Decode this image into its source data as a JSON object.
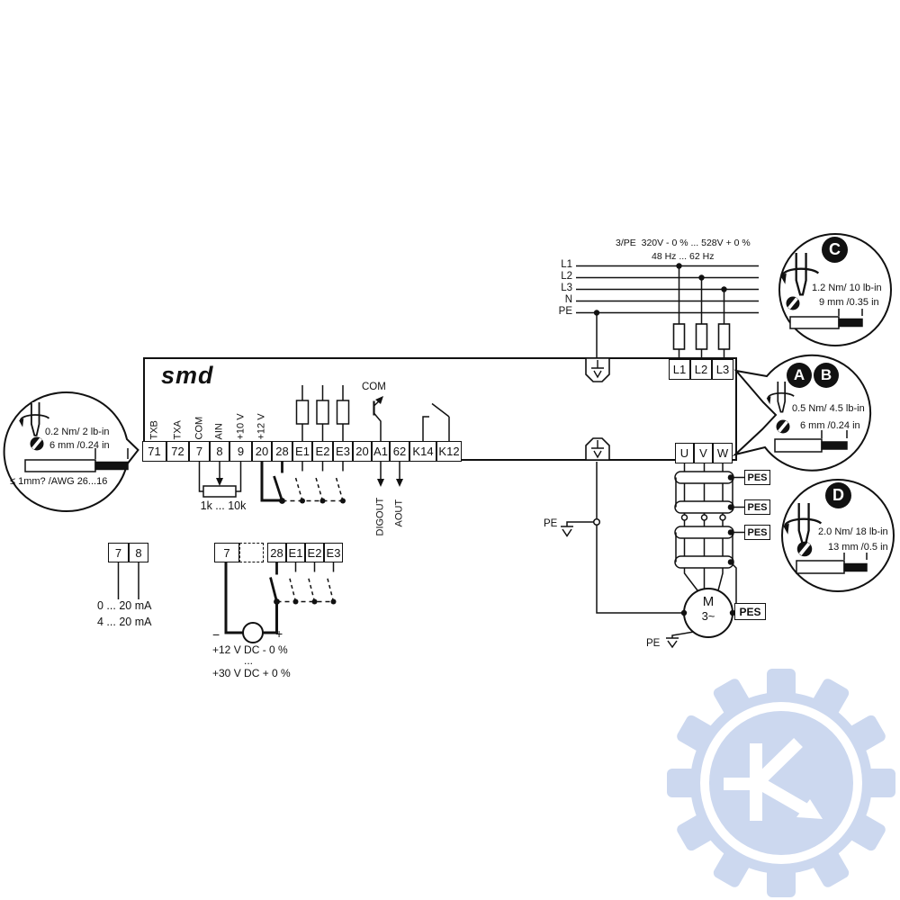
{
  "supply": {
    "rating_line1": "3/PE  320V - 0 % ... 528V + 0 %",
    "rating_line2": "48 Hz ... 62 Hz",
    "lines": [
      "L1",
      "L2",
      "L3",
      "N",
      "PE"
    ]
  },
  "drive": {
    "logo": "smd",
    "input_terminals": [
      "L1",
      "L2",
      "L3"
    ],
    "output_terminals": [
      "U",
      "V",
      "W"
    ],
    "control_terminals": [
      "71",
      "72",
      "7",
      "8",
      "9",
      "20",
      "28",
      "E1",
      "E2",
      "E3",
      "20",
      "A1",
      "62",
      "K14",
      "K12"
    ],
    "signal_labels": [
      "TXB",
      "TXA",
      "COM",
      "AIN",
      "+10 V",
      "+12 V"
    ],
    "com_label": "COM",
    "digout_label": "DIGOUT",
    "aout_label": "AOUT"
  },
  "analog_input": {
    "terminals": [
      "7",
      "8"
    ],
    "pot_label": "1k ... 10k",
    "range_line1": "0 ... 20 mA",
    "range_line2": "4 ... 20 mA"
  },
  "external_supply": {
    "terminals": [
      "7",
      "28",
      "E1",
      "E2",
      "E3"
    ],
    "minus": "−",
    "plus": "+",
    "voltage_line1": "+12 V DC - 0 %",
    "ellipsis": "...",
    "voltage_line2": "+30 V DC + 0 %"
  },
  "motor": {
    "label": "M",
    "phases": "3~"
  },
  "labels": {
    "pe": "PE",
    "pes": "PES"
  },
  "callouts": {
    "control": {
      "torque": "0.2 Nm/ 2 lb-in",
      "strip": "6 mm /0.24 in",
      "wire_size": "≤ 1mm? /AWG 26...16"
    },
    "ab": {
      "badge_a": "A",
      "badge_b": "B",
      "torque": "0.5 Nm/ 4.5 lb-in",
      "strip": "6 mm /0.24 in"
    },
    "c": {
      "badge": "C",
      "torque": "1.2 Nm/ 10 lb-in",
      "strip": "9 mm /0.35 in"
    },
    "d": {
      "badge": "D",
      "torque": "2.0 Nm/ 18 lb-in",
      "strip": "13 mm /0.5 in"
    }
  },
  "watermark": {
    "color": "#ccd8ef"
  }
}
